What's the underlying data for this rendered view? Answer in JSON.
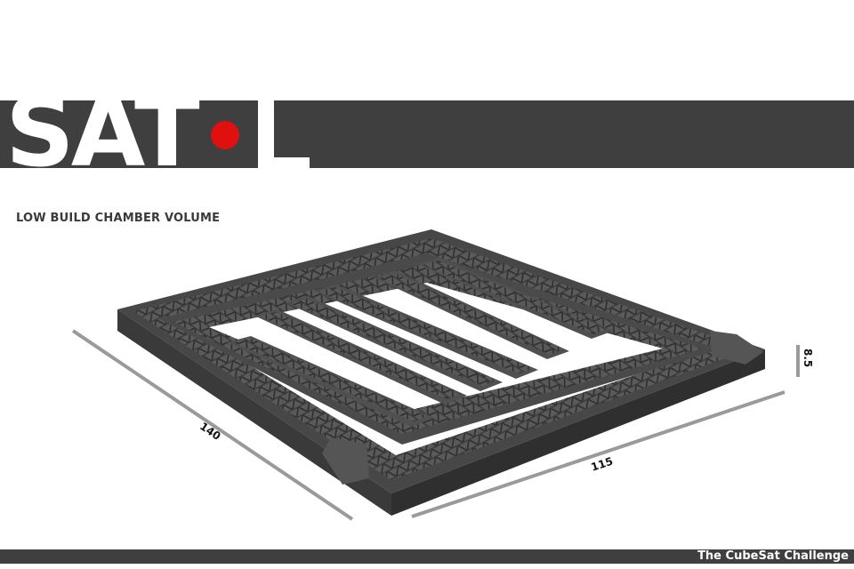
{
  "logo": {
    "text": "SAT",
    "trailing_letter": "L",
    "dot_color": "#e01010",
    "bar_color": "#3f3f3f"
  },
  "heading": "LOW BUILD CHAMBER VOLUME",
  "dimensions": {
    "length": "140",
    "width": "115",
    "height": "8.5"
  },
  "footer": {
    "text": "The CubeSat Challenge"
  }
}
